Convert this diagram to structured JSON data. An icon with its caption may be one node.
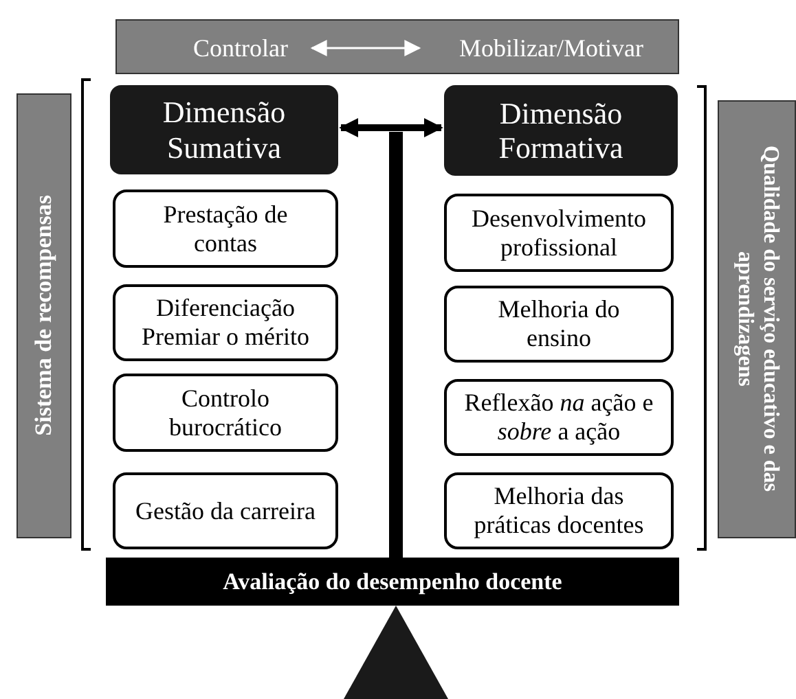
{
  "diagram": {
    "nodes": [
      {
        "text": [],
        "shape": "box"
      },
      {
        "text": [
          "Controlar"
        ],
        "in": 0
      },
      {
        "text": [
          "Mobilizar/Motivar"
        ],
        "in": 0
      },
      {
        "text": [
          "Sistema de recompensas"
        ]
      },
      {
        "text": [
          "Dimensão Sumativa"
        ]
      },
      {
        "text": [
          "Dimensão Formativa"
        ]
      },
      {
        "text": [
          "Qualidade do serviço educativo e das aprendizagens"
        ]
      },
      {
        "text": [
          "Prestação de contas"
        ]
      },
      {
        "text": [
          "Desenvolvimento profissional"
        ]
      },
      {
        "text": [
          "Diferenciação",
          "Premiar o mérito"
        ]
      },
      {
        "text": [
          "Melhoria do ensino"
        ]
      },
      {
        "text": [
          "Controlo burocrático"
        ]
      },
      {
        "text": [
          "Reflexão *na* ação e *sobre* a ação"
        ]
      },
      {
        "text": [
          "Gestão da carreira"
        ]
      },
      {
        "text": [
          "Melhoria das práticas docentes"
        ]
      },
      {
        "text": [
          "Avaliação do desempenho docente"
        ]
      }
    ],
    "edges": [
      {
        "from": 1,
        "to": 2,
        "arrow": "both",
        "color": "#ffffff"
      },
      {
        "from": 4,
        "to": 5,
        "arrow": "both",
        "style": "thick",
        "color": "#000000"
      }
    ]
  }
}
